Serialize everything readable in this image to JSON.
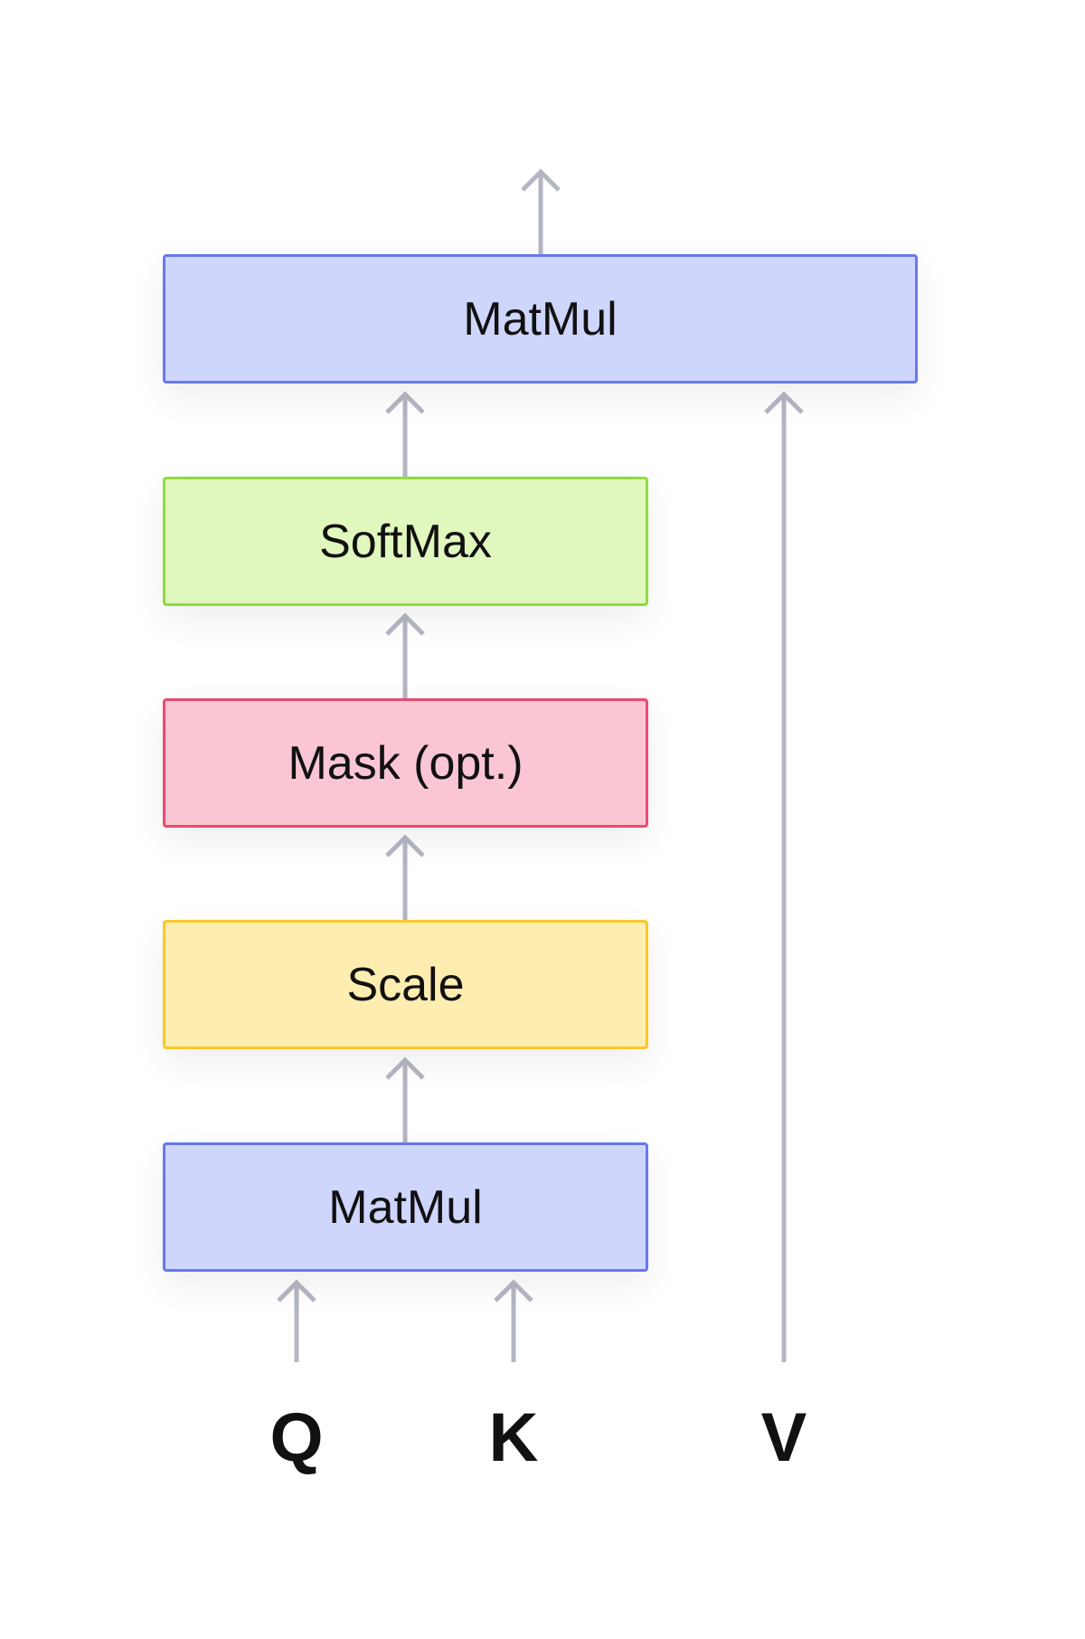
{
  "diagram": {
    "boxes": {
      "matmul_top": {
        "label": "MatMul",
        "fill": "#cfd6fc",
        "border": "#6878ee"
      },
      "softmax": {
        "label": "SoftMax",
        "fill": "#e0f7bd",
        "border": "#8fdc3c"
      },
      "mask": {
        "label": "Mask (opt.)",
        "fill": "#fac6d4",
        "border": "#ea4a72"
      },
      "scale": {
        "label": "Scale",
        "fill": "#feedb0",
        "border": "#fbc72c"
      },
      "matmul_bottom": {
        "label": "MatMul",
        "fill": "#cfd6fc",
        "border": "#6878ee"
      }
    },
    "inputs": {
      "q": "Q",
      "k": "K",
      "v": "V"
    },
    "arrow_color": "#b4b7c3"
  }
}
